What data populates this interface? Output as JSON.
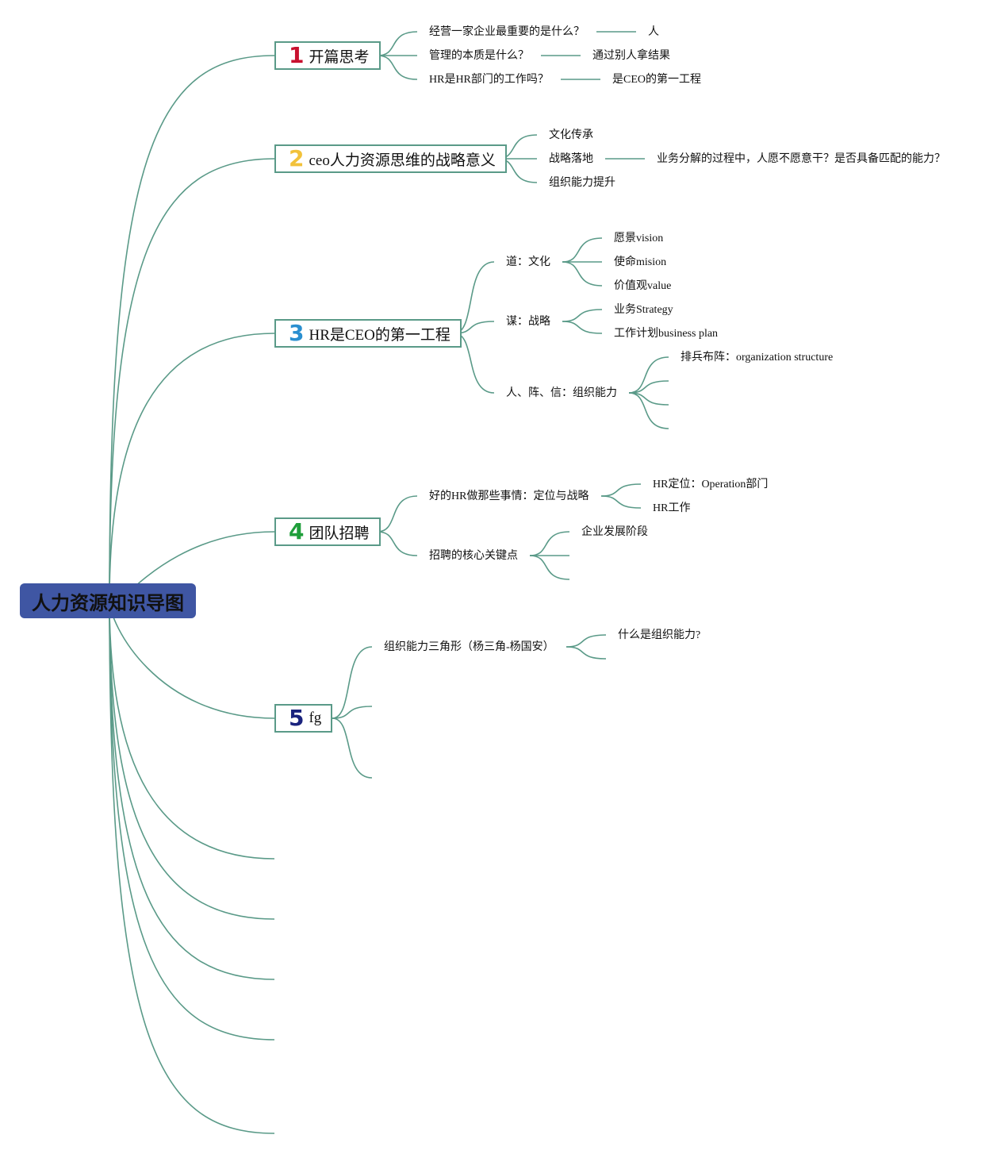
{
  "colors": {
    "link": "#5a9a88",
    "root_bg": "#3f56a3",
    "num1": "#c8102e",
    "num2": "#f2c23a",
    "num3": "#2a8fd0",
    "num4": "#1f9e3a",
    "num5": "#1a237e"
  },
  "root": {
    "label": "人力资源知识导图"
  },
  "branches": [
    {
      "num": "1",
      "label": "开篇思考",
      "items": [
        {
          "label": "经营一家企业最重要的是什么？",
          "answer": "人"
        },
        {
          "label": "管理的本质是什么？",
          "answer": "通过别人拿结果"
        },
        {
          "label": "HR是HR部门的工作吗？",
          "answer": "是CEO的第一工程"
        }
      ]
    },
    {
      "num": "2",
      "label": "ceo人力资源思维的战略意义",
      "items": [
        {
          "label": "文化传承"
        },
        {
          "label": "战略落地",
          "answer": "业务分解的过程中，人愿不愿意干？是否具备匹配的能力？"
        },
        {
          "label": "组织能力提升"
        }
      ]
    },
    {
      "num": "3",
      "label": "HR是CEO的第一工程",
      "items": [
        {
          "label": "道：文化",
          "children": [
            "愿景vision",
            "使命mision",
            "价值观value"
          ]
        },
        {
          "label": "谋：战略",
          "children": [
            "业务Strategy",
            "工作计划business plan"
          ]
        },
        {
          "label": "人、阵、信：组织能力",
          "children": [
            "排兵布阵：organization structure"
          ]
        }
      ]
    },
    {
      "num": "4",
      "label": "团队招聘",
      "items": [
        {
          "label": "好的HR做那些事情：定位与战略",
          "children": [
            "HR定位：Operation部门",
            "HR工作"
          ]
        },
        {
          "label": "招聘的核心关键点",
          "children": [
            "企业发展阶段"
          ]
        }
      ]
    },
    {
      "num": "5",
      "label": "fg",
      "items": [
        {
          "label": "组织能力三角形（杨三角-杨国安）",
          "children": [
            "什么是组织能力?"
          ]
        }
      ]
    }
  ]
}
